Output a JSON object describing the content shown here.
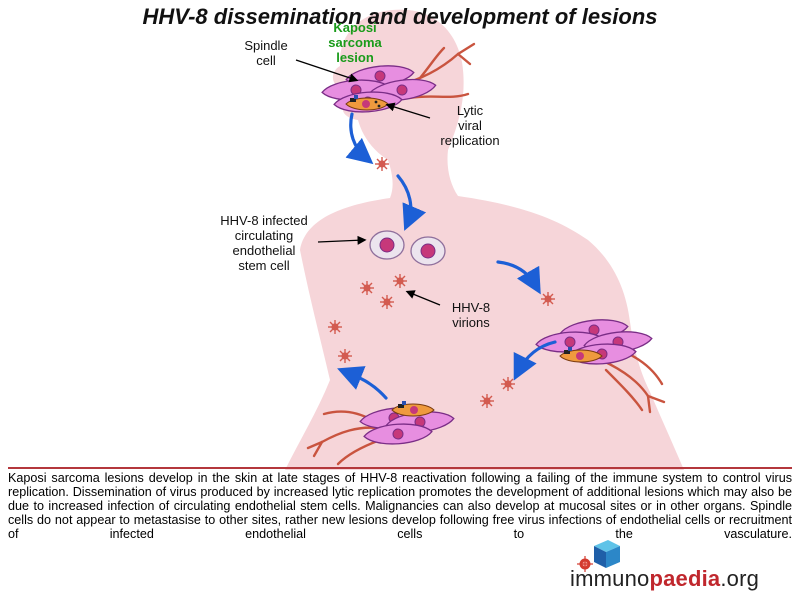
{
  "title": "HHV-8 dissemination and development of lesions",
  "labels": {
    "kaposi_line1": "Kaposi",
    "kaposi_line2": "sarcoma",
    "kaposi_line3": "lesion",
    "spindle_line1": "Spindle",
    "spindle_line2": "cell",
    "lytic_line1": "Lytic",
    "lytic_line2": "viral",
    "lytic_line3": "replication",
    "stem_line1": "HHV-8 infected",
    "stem_line2": "circulating",
    "stem_line3": "endothelial",
    "stem_line4": "stem cell",
    "virion_line1": "HHV-8",
    "virion_line2": "virions"
  },
  "caption": "Kaposi sarcoma lesions develop in the skin at late stages of HHV-8 reactivation following a failing of the immune system to control virus replication. Dissemination of virus produced by increased lytic replication promotes the development of additional lesions which may also be due to increased infection of circulating endothelial stem cells. Malignancies can also develop at mucosal sites or in other organs. Spindle cells do not appear to metastasise to other sites, rather new lesions develop following free virus infections of endothelial cells or recruitment of infected endothelial cells to the vasculature.",
  "logo": {
    "part1": "immuno",
    "part2": "paedia",
    "part3": ".org"
  },
  "colors": {
    "body": "#f6d5d9",
    "cell_fill": "#e78ee0",
    "cell_stroke": "#7a2d86",
    "nucleus": "#c6387a",
    "lytic_cell": "#ef9a3e",
    "virion": "#d35b50",
    "arrow": "#1c5fd6",
    "vessel": "#c9543f",
    "divider": "#b4373c",
    "kaposi_text": "#1a9b1a"
  }
}
